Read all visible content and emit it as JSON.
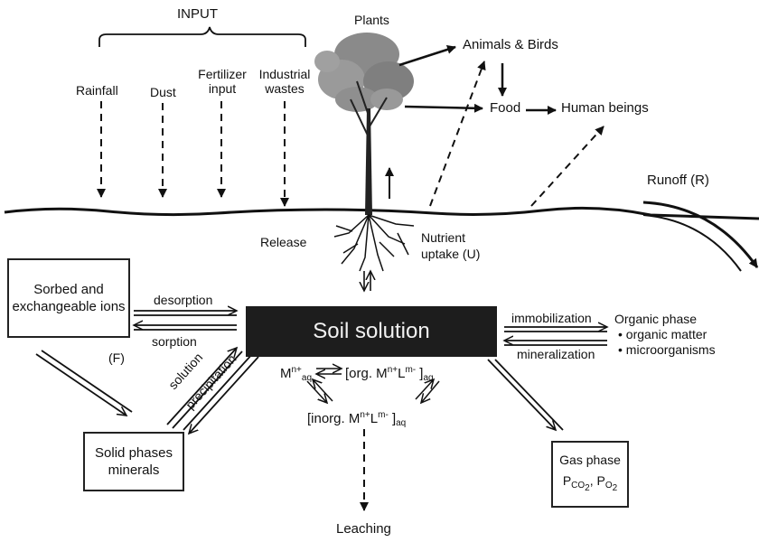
{
  "input": {
    "title": "INPUT",
    "items": [
      "Rainfall",
      "Dust",
      "Fertilizer input",
      "Industrial wastes"
    ]
  },
  "plants": "Plants",
  "animals_birds": "Animals & Birds",
  "food": "Food",
  "human_beings": "Human beings",
  "runoff": "Runoff (R)",
  "release": "Release",
  "nutrient_uptake": "Nutrient uptake (U)",
  "sorbed_box": "Sorbed and exchangeable ions",
  "desorption": "desorption",
  "sorption": "sorption",
  "soil_solution": "Soil solution",
  "immobilization": "immobilization",
  "mineralization": "mineralization",
  "organic_phase": {
    "title": "Organic phase",
    "items": [
      "organic matter",
      "microorganisms"
    ]
  },
  "f_label": "(F)",
  "solution": "solution",
  "precipitation": "precipitation",
  "solid_box": "Solid phases minerals",
  "gas_box_title": "Gas phase",
  "species_m": "M",
  "species_org": "[org. M",
  "species_inorg": "[inorg. M",
  "leaching": "Leaching",
  "colors": {
    "line": "#111111",
    "soil_block": "#1d1d1d",
    "tree": "#8a8a8a"
  }
}
